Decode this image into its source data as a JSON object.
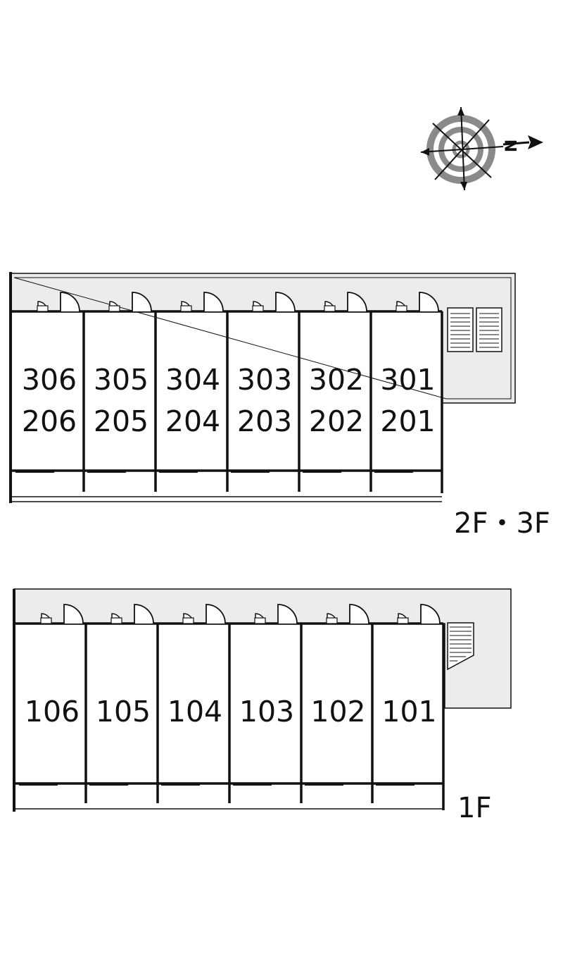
{
  "compass": {
    "icon": "compass-rose-icon",
    "north_letter": "N"
  },
  "upper_plan": {
    "floor_label": "2F・3F",
    "units": [
      {
        "top": "306",
        "bottom": "206"
      },
      {
        "top": "305",
        "bottom": "205"
      },
      {
        "top": "304",
        "bottom": "204"
      },
      {
        "top": "303",
        "bottom": "203"
      },
      {
        "top": "302",
        "bottom": "202"
      },
      {
        "top": "301",
        "bottom": "201"
      }
    ]
  },
  "lower_plan": {
    "floor_label": "1F",
    "units": [
      "106",
      "105",
      "104",
      "103",
      "102",
      "101"
    ]
  },
  "colors": {
    "wall": "#111111",
    "corridor": "#ececec",
    "compass_ring": "#8a8a8a"
  }
}
